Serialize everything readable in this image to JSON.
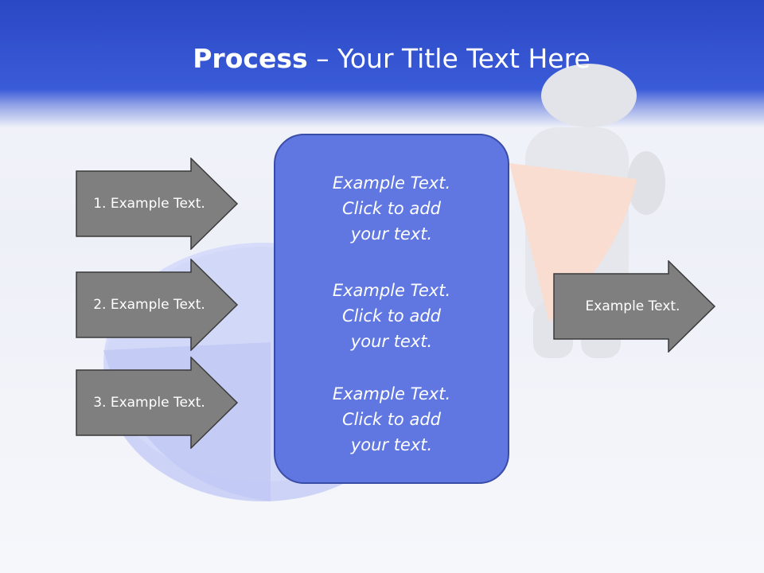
{
  "slide": {
    "title_bold": "Process",
    "title_rest": " – Your Title Text Here"
  },
  "left_arrows": [
    {
      "label": "1. Example Text."
    },
    {
      "label": "2. Example Text."
    },
    {
      "label": "3. Example Text."
    }
  ],
  "center_box": {
    "blocks": [
      {
        "text": "Example Text.\nClick  to add\nyour text."
      },
      {
        "text": "Example Text.\nClick  to add\nyour text."
      },
      {
        "text": "Example Text.\nClick  to add\nyour text."
      }
    ]
  },
  "right_arrow": {
    "label": "Example Text."
  },
  "colors": {
    "header": "#2b48c4",
    "arrow_fill": "#7f7f7f",
    "box_fill": "#6077e2"
  }
}
